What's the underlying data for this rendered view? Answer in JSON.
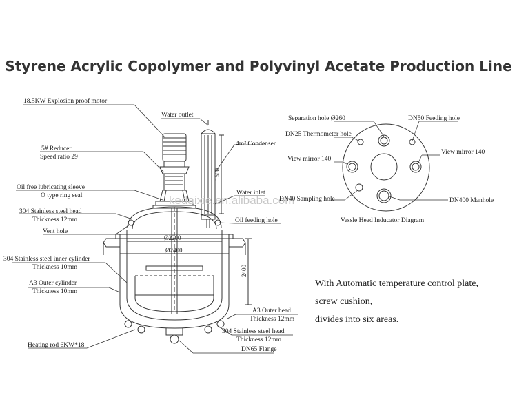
{
  "title": "Styrene Acrylic Copolymer and Polyvinyl Acetate Production Line",
  "watermark": "kedaixie.en.alibaba.com",
  "labels": {
    "motor": "18.5KW Explosion proof motor",
    "reducer_l1": "5# Reducer",
    "reducer_l2": "Speed ratio 29",
    "sleeve_l1": "Oil free lubricating sleeve",
    "sleeve_l2": "O type ring seal",
    "head_l1": "304 Stainless steel head",
    "head_l2": "Thickness 12mm",
    "vent": "Vent hole",
    "inner_l1": "304 Stainless steel inner cylinder",
    "inner_l2": "Thickness 10mm",
    "outer_l1": "A3 Outer cylinder",
    "outer_l2": "Thickness 10mm",
    "heating": "Heating rod 6KW*18",
    "water_outlet": "Water outlet",
    "condenser": "4m² Condenser",
    "water_inlet": "Water inlet",
    "oil_feeding": "Oil feeding hole",
    "a3_head_l1": "A3 Outer head",
    "a3_head_l2": "Thickness 12mm",
    "bottom_head_l1": "304 Stainless steel head",
    "bottom_head_l2": "Thickness 12mm",
    "flange": "DN65 Flange",
    "dim_1500": "1500",
    "dim_2400": "2400",
    "dim_d2200": "Ø2200",
    "dim_d2400": "Ø2400"
  },
  "head_diagram": {
    "caption": "Vessle Head Inducator Diagram",
    "separation": "Separation hole Ø260",
    "dn50": "DN50 Feeding hole",
    "dn25": "DN25 Thermometer hole",
    "view_left": "View mirror 140",
    "view_right": "View mirror 140",
    "dn40": "DN40 Sampling hole",
    "dn400": "DN400 Manhole"
  },
  "notes": {
    "line1": "With Automatic temperature control plate,",
    "line2": "screw cushion,",
    "line3": "divides into six areas."
  },
  "colors": {
    "stroke": "#333333",
    "title": "#333333",
    "divider": "#b9c3dc"
  }
}
